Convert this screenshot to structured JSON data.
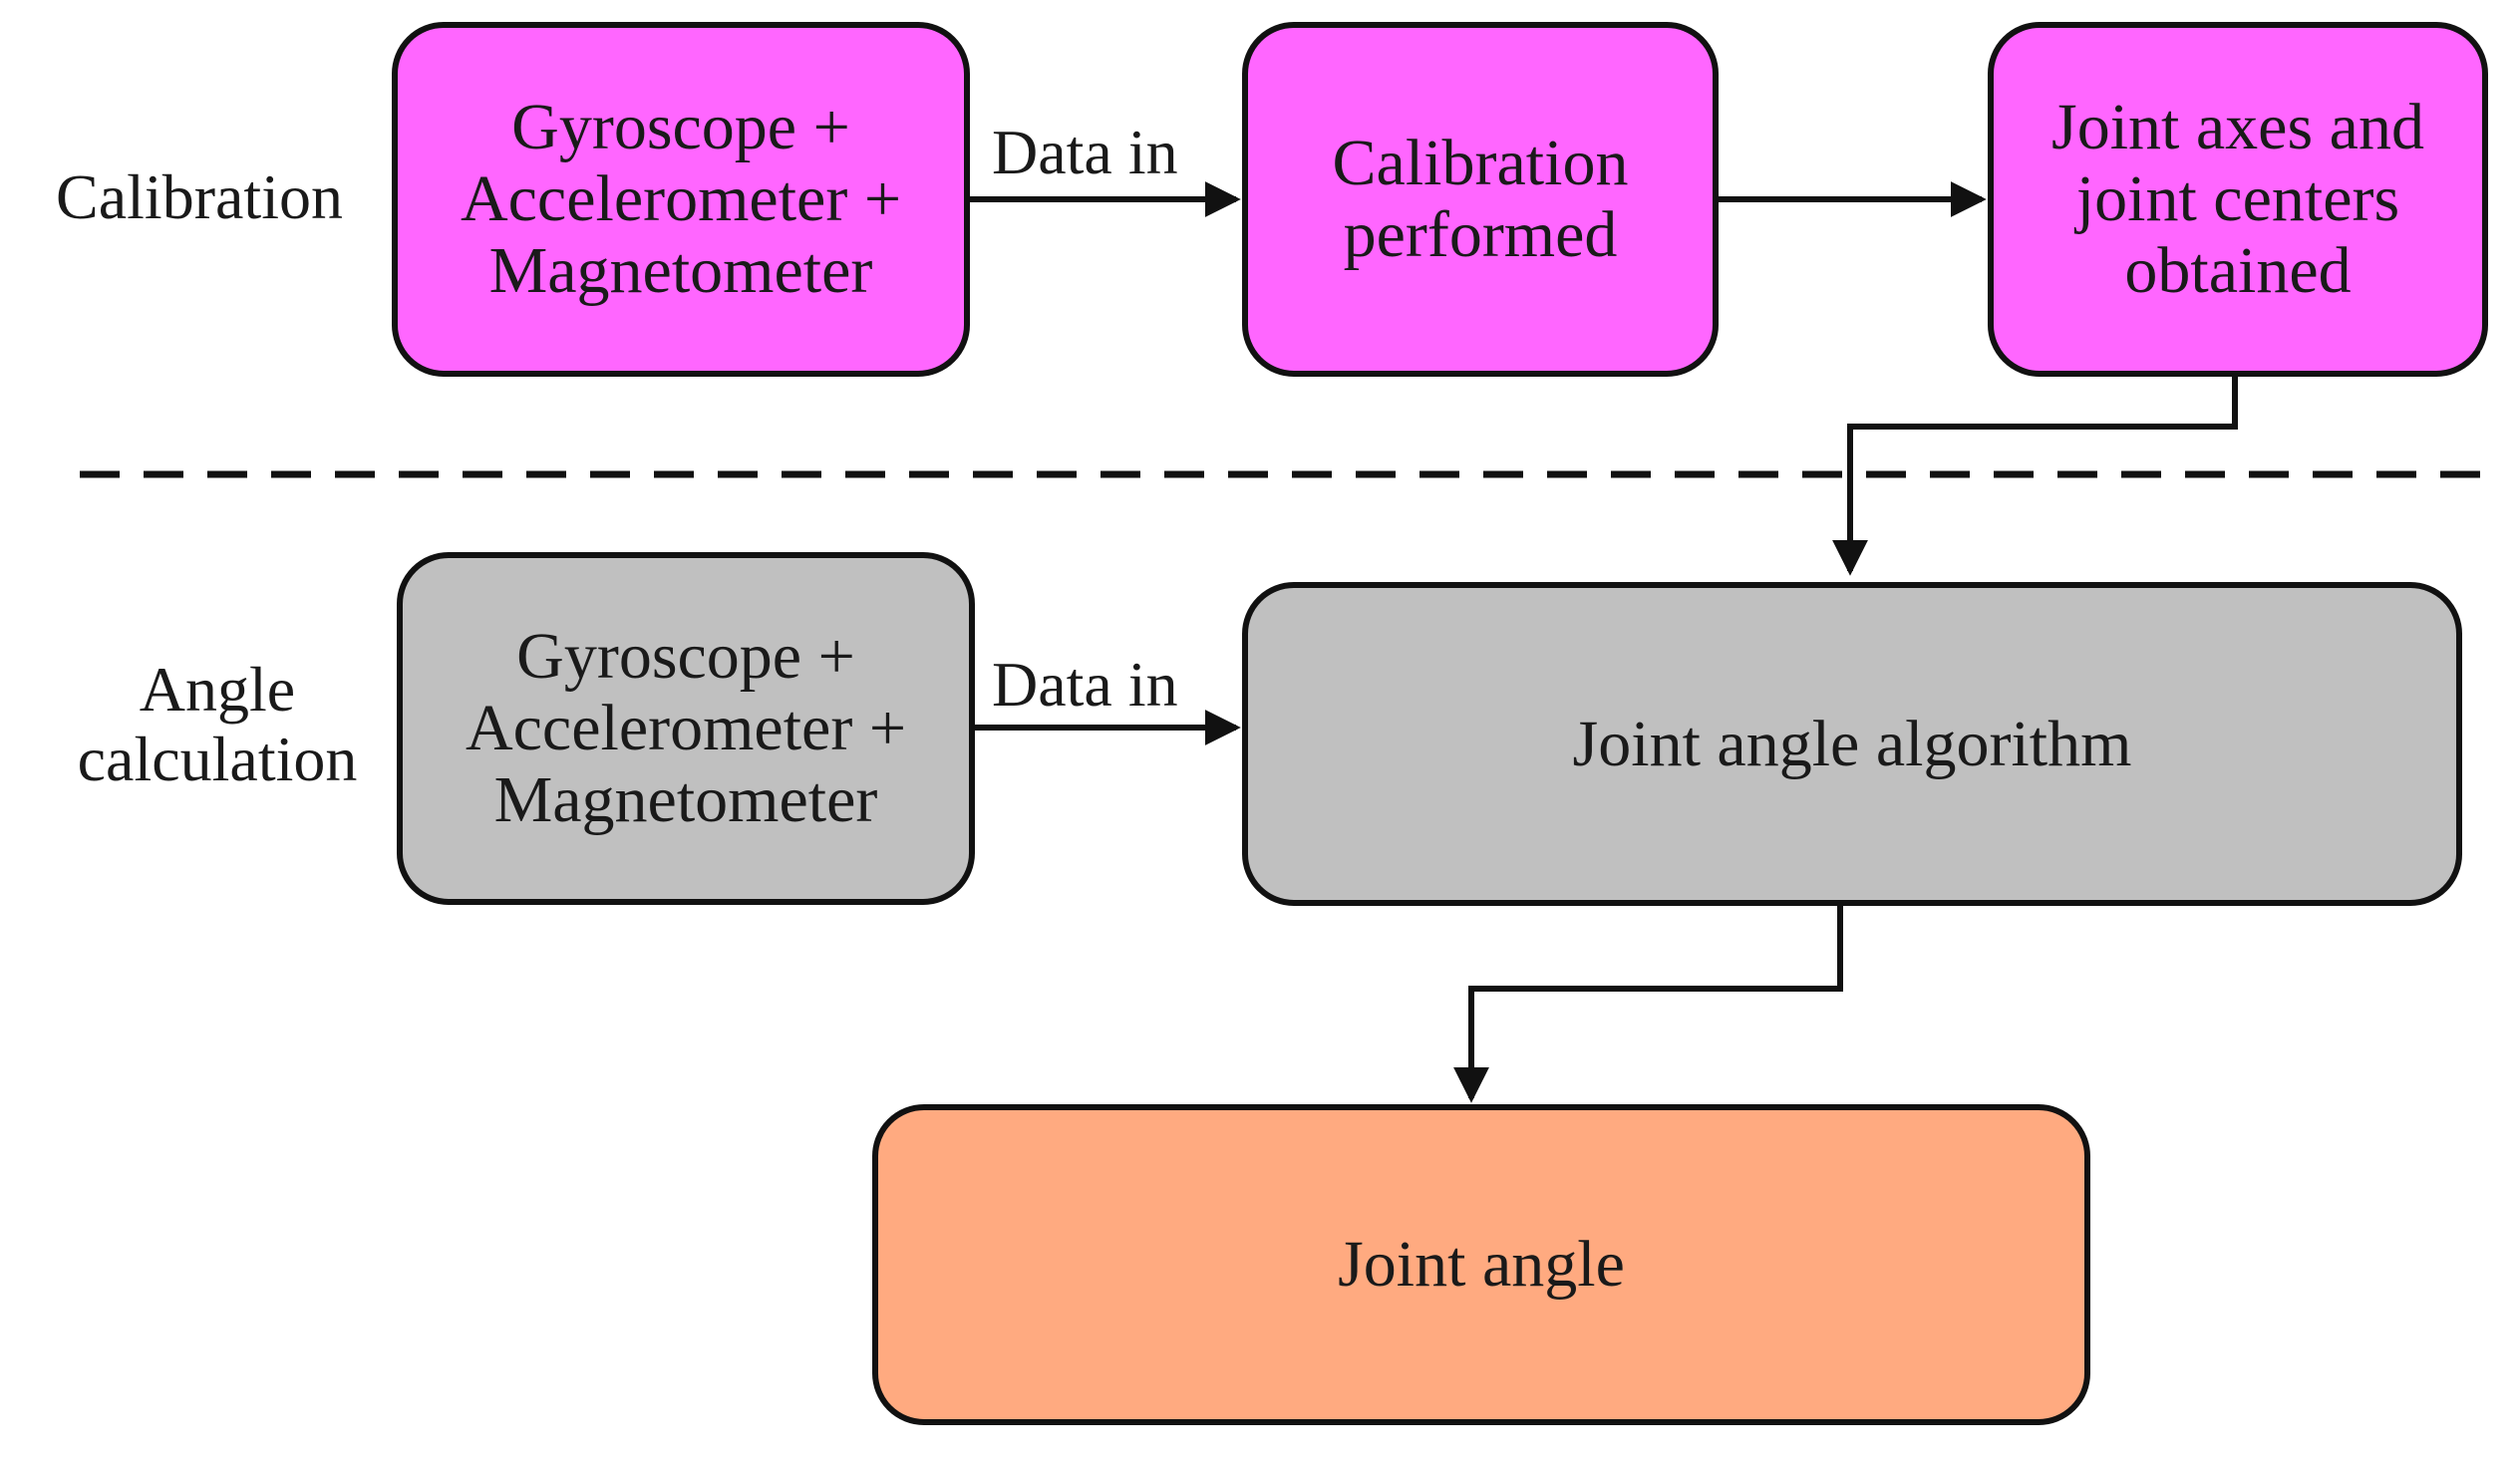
{
  "rows": {
    "calibration": "Calibration",
    "angle": "Angle\ncalculation"
  },
  "nodes": {
    "cal_sensors": {
      "text": "Gyroscope +\nAccelerometer +\nMagnetometer"
    },
    "cal_performed": {
      "text": "Calibration\nperformed"
    },
    "joint_axes": {
      "text": "Joint axes and\njoint centers\nobtained"
    },
    "angle_sensors": {
      "text": "Gyroscope +\nAccelerometer +\nMagnetometer"
    },
    "algorithm": {
      "text": "Joint angle algorithm"
    },
    "joint_angle": {
      "text": "Joint angle"
    }
  },
  "edges": {
    "cal_data_in": "Data in",
    "angle_data_in": "Data in"
  },
  "colors": {
    "calibration_fill": "#ff66ff",
    "angle_fill": "#c0c0c0",
    "output_fill": "#ffaa80",
    "stroke": "#111111"
  }
}
